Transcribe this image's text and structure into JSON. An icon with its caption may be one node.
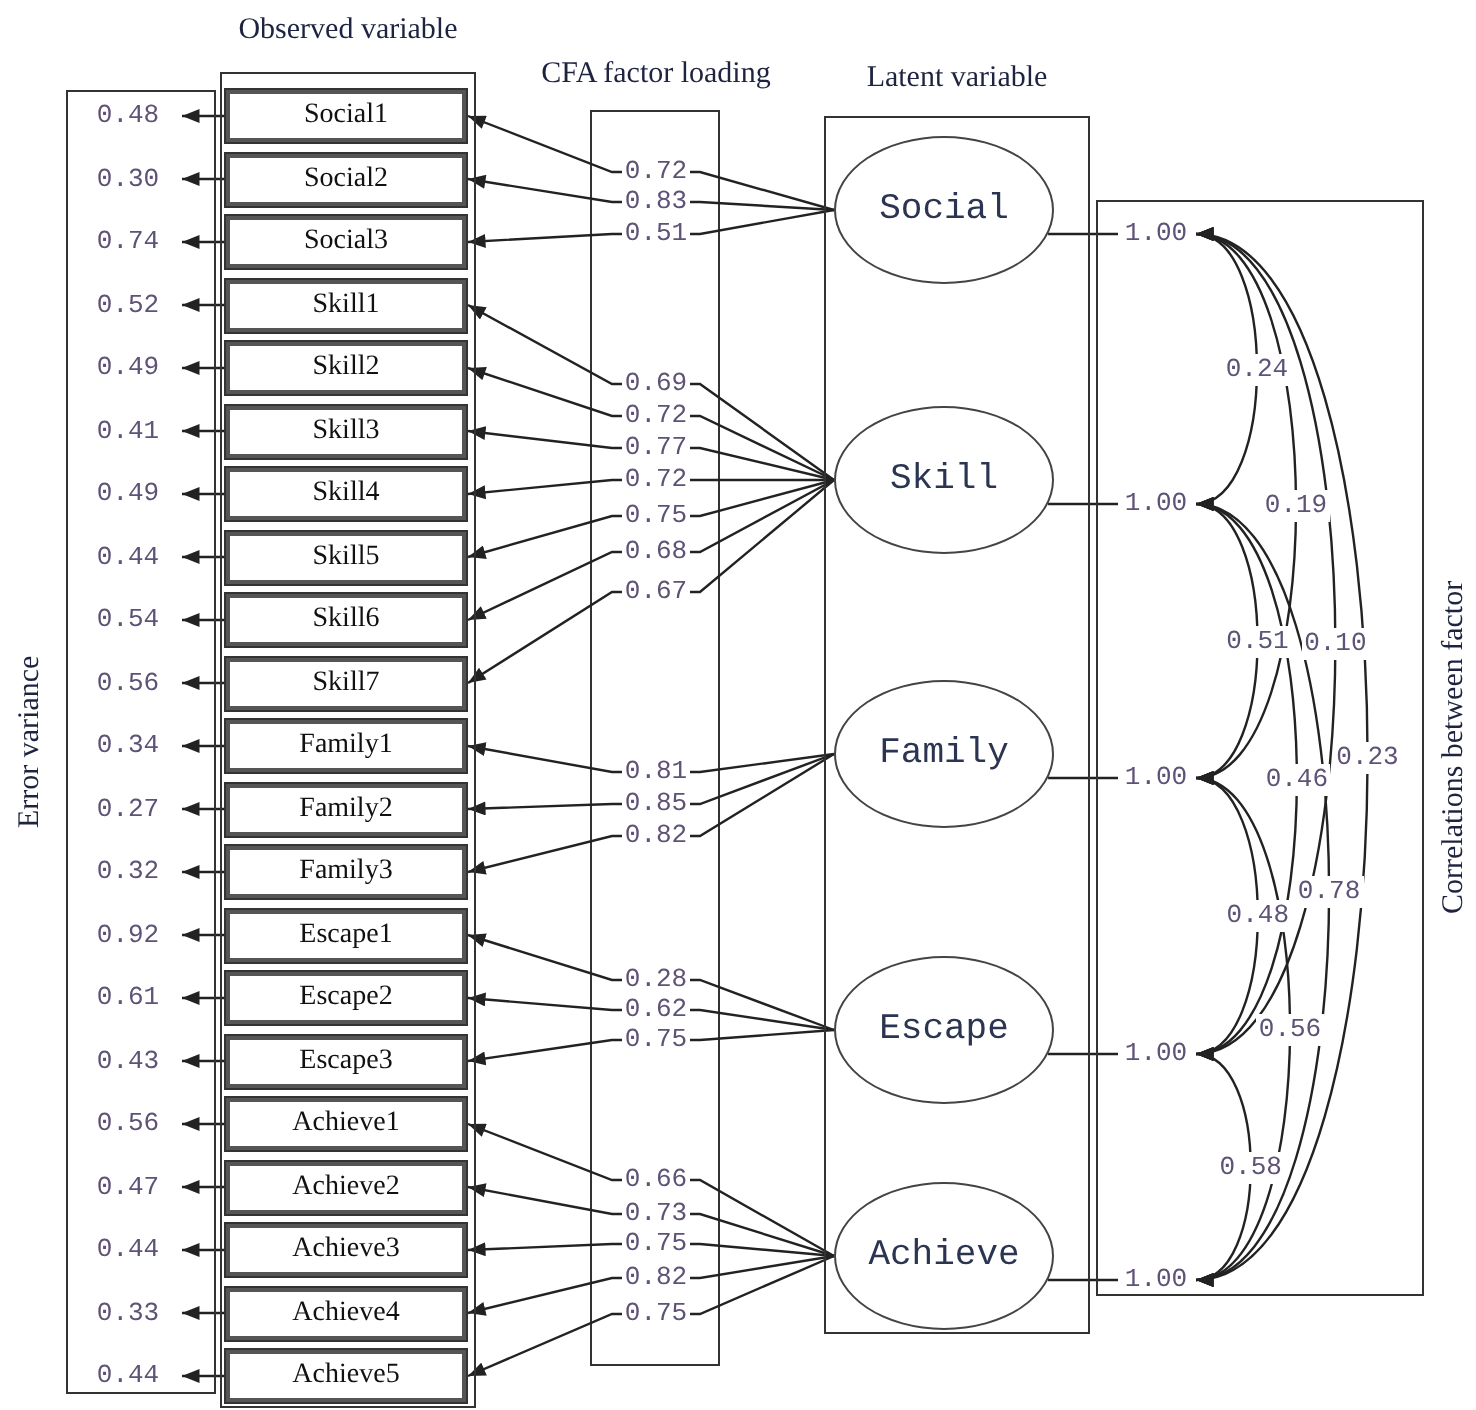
{
  "diagram": {
    "nodes": [
      {
        "text": [
          "Error variance"
        ]
      },
      {
        "text": [
          "0.48"
        ],
        "in": 0
      },
      {
        "text": [
          "0.30"
        ],
        "in": 0
      },
      {
        "text": [
          "0.74"
        ],
        "in": 0
      },
      {
        "text": [
          "0.52"
        ],
        "in": 0
      },
      {
        "text": [
          "0.49"
        ],
        "in": 0
      },
      {
        "text": [
          "0.41"
        ],
        "in": 0
      },
      {
        "text": [
          "0.49"
        ],
        "in": 0
      },
      {
        "text": [
          "0.44"
        ],
        "in": 0
      },
      {
        "text": [
          "0.54"
        ],
        "in": 0
      },
      {
        "text": [
          "0.56"
        ],
        "in": 0
      },
      {
        "text": [
          "0.34"
        ],
        "in": 0
      },
      {
        "text": [
          "0.27"
        ],
        "in": 0
      },
      {
        "text": [
          "0.32"
        ],
        "in": 0
      },
      {
        "text": [
          "0.92"
        ],
        "in": 0
      },
      {
        "text": [
          "0.61"
        ],
        "in": 0
      },
      {
        "text": [
          "0.43"
        ],
        "in": 0
      },
      {
        "text": [
          "0.56"
        ],
        "in": 0
      },
      {
        "text": [
          "0.47"
        ],
        "in": 0
      },
      {
        "text": [
          "0.44"
        ],
        "in": 0
      },
      {
        "text": [
          "0.33"
        ],
        "in": 0
      },
      {
        "text": [
          "0.44"
        ],
        "in": 0
      },
      {
        "text": [
          "Observed variable"
        ]
      },
      {
        "text": [
          "Social1"
        ],
        "in": 22
      },
      {
        "text": [
          "Social2"
        ],
        "in": 22
      },
      {
        "text": [
          "Social3"
        ],
        "in": 22
      },
      {
        "text": [
          "Skill1"
        ],
        "in": 22
      },
      {
        "text": [
          "Skill2"
        ],
        "in": 22
      },
      {
        "text": [
          "Skill3"
        ],
        "in": 22
      },
      {
        "text": [
          "Skill4"
        ],
        "in": 22
      },
      {
        "text": [
          "Skill5"
        ],
        "in": 22
      },
      {
        "text": [
          "Skill6"
        ],
        "in": 22
      },
      {
        "text": [
          "Skill7"
        ],
        "in": 22
      },
      {
        "text": [
          "Family1"
        ],
        "in": 22
      },
      {
        "text": [
          "Family2"
        ],
        "in": 22
      },
      {
        "text": [
          "Family3"
        ],
        "in": 22
      },
      {
        "text": [
          "Escape1"
        ],
        "in": 22
      },
      {
        "text": [
          "Escape2"
        ],
        "in": 22
      },
      {
        "text": [
          "Escape3"
        ],
        "in": 22
      },
      {
        "text": [
          "Achieve1"
        ],
        "in": 22
      },
      {
        "text": [
          "Achieve2"
        ],
        "in": 22
      },
      {
        "text": [
          "Achieve3"
        ],
        "in": 22
      },
      {
        "text": [
          "Achieve4"
        ],
        "in": 22
      },
      {
        "text": [
          "Achieve5"
        ],
        "in": 22
      },
      {
        "text": [
          "Latent variable"
        ]
      },
      {
        "text": [
          "Social"
        ],
        "in": 44
      },
      {
        "text": [
          "Skill"
        ],
        "in": 44
      },
      {
        "text": [
          "Family"
        ],
        "in": 44
      },
      {
        "text": [
          "Escape"
        ],
        "in": 44
      },
      {
        "text": [
          "Achieve"
        ],
        "in": 44
      },
      {
        "text": [
          "Correlations between factor"
        ]
      },
      {
        "text": [
          "1.00"
        ],
        "in": 50
      },
      {
        "text": [
          "1.00"
        ],
        "in": 50
      },
      {
        "text": [
          "1.00"
        ],
        "in": 50
      },
      {
        "text": [
          "1.00"
        ],
        "in": 50
      },
      {
        "text": [
          "1.00"
        ],
        "in": 50
      }
    ],
    "edges": [
      {
        "from": 23,
        "to": 1,
        "arrow": "to"
      },
      {
        "from": 24,
        "to": 2,
        "arrow": "to"
      },
      {
        "from": 25,
        "to": 3,
        "arrow": "to"
      },
      {
        "from": 26,
        "to": 4,
        "arrow": "to"
      },
      {
        "from": 27,
        "to": 5,
        "arrow": "to"
      },
      {
        "from": 28,
        "to": 6,
        "arrow": "to"
      },
      {
        "from": 29,
        "to": 7,
        "arrow": "to"
      },
      {
        "from": 30,
        "to": 8,
        "arrow": "to"
      },
      {
        "from": 31,
        "to": 9,
        "arrow": "to"
      },
      {
        "from": 32,
        "to": 10,
        "arrow": "to"
      },
      {
        "from": 33,
        "to": 11,
        "arrow": "to"
      },
      {
        "from": 34,
        "to": 12,
        "arrow": "to"
      },
      {
        "from": 35,
        "to": 13,
        "arrow": "to"
      },
      {
        "from": 36,
        "to": 14,
        "arrow": "to"
      },
      {
        "from": 37,
        "to": 15,
        "arrow": "to"
      },
      {
        "from": 38,
        "to": 16,
        "arrow": "to"
      },
      {
        "from": 39,
        "to": 17,
        "arrow": "to"
      },
      {
        "from": 40,
        "to": 18,
        "arrow": "to"
      },
      {
        "from": 41,
        "to": 19,
        "arrow": "to"
      },
      {
        "from": 42,
        "to": 20,
        "arrow": "to"
      },
      {
        "from": 43,
        "to": 21,
        "arrow": "to"
      },
      {
        "from": 45,
        "to": 23,
        "arrow": "to",
        "label": "0.72"
      },
      {
        "from": 45,
        "to": 24,
        "arrow": "to",
        "label": "0.83"
      },
      {
        "from": 45,
        "to": 25,
        "arrow": "to",
        "label": "0.51"
      },
      {
        "from": 46,
        "to": 26,
        "arrow": "to",
        "label": "0.69"
      },
      {
        "from": 46,
        "to": 27,
        "arrow": "to",
        "label": "0.72"
      },
      {
        "from": 46,
        "to": 28,
        "arrow": "to",
        "label": "0.77"
      },
      {
        "from": 46,
        "to": 29,
        "arrow": "to",
        "label": "0.72"
      },
      {
        "from": 46,
        "to": 30,
        "arrow": "to",
        "label": "0.75"
      },
      {
        "from": 46,
        "to": 31,
        "arrow": "to",
        "label": "0.68"
      },
      {
        "from": 46,
        "to": 32,
        "arrow": "to",
        "label": "0.67"
      },
      {
        "from": 47,
        "to": 33,
        "arrow": "to",
        "label": "0.81"
      },
      {
        "from": 47,
        "to": 34,
        "arrow": "to",
        "label": "0.85"
      },
      {
        "from": 47,
        "to": 35,
        "arrow": "to",
        "label": "0.82"
      },
      {
        "from": 48,
        "to": 36,
        "arrow": "to",
        "label": "0.28"
      },
      {
        "from": 48,
        "to": 37,
        "arrow": "to",
        "label": "0.62"
      },
      {
        "from": 48,
        "to": 38,
        "arrow": "to",
        "label": "0.75"
      },
      {
        "from": 49,
        "to": 39,
        "arrow": "to",
        "label": "0.66"
      },
      {
        "from": 49,
        "to": 40,
        "arrow": "to",
        "label": "0.73"
      },
      {
        "from": 49,
        "to": 41,
        "arrow": "to",
        "label": "0.75"
      },
      {
        "from": 49,
        "to": 42,
        "arrow": "to",
        "label": "0.82"
      },
      {
        "from": 49,
        "to": 43,
        "arrow": "to",
        "label": "0.75"
      },
      {
        "from": 45,
        "to": 51,
        "arrow": "none"
      },
      {
        "from": 46,
        "to": 52,
        "arrow": "none"
      },
      {
        "from": 47,
        "to": 53,
        "arrow": "none"
      },
      {
        "from": 48,
        "to": 54,
        "arrow": "none"
      },
      {
        "from": 49,
        "to": 55,
        "arrow": "none"
      },
      {
        "from": 51,
        "to": 52,
        "arrow": "both",
        "label": "0.24"
      },
      {
        "from": 51,
        "to": 53,
        "arrow": "both",
        "label": "0.19"
      },
      {
        "from": 51,
        "to": 54,
        "arrow": "both",
        "label": "0.10"
      },
      {
        "from": 52,
        "to": 53,
        "arrow": "both",
        "label": "0.51"
      },
      {
        "from": 51,
        "to": 55,
        "arrow": "both",
        "label": "0.23"
      },
      {
        "from": 52,
        "to": 54,
        "arrow": "both",
        "label": "0.46"
      },
      {
        "from": 52,
        "to": 55,
        "arrow": "both",
        "label": "0.78"
      },
      {
        "from": 53,
        "to": 54,
        "arrow": "both",
        "label": "0.48"
      },
      {
        "from": 53,
        "to": 55,
        "arrow": "both",
        "label": "0.56"
      },
      {
        "from": 54,
        "to": 55,
        "arrow": "both",
        "label": "0.58"
      }
    ],
    "labels": [
      "CFA factor loading"
    ]
  }
}
